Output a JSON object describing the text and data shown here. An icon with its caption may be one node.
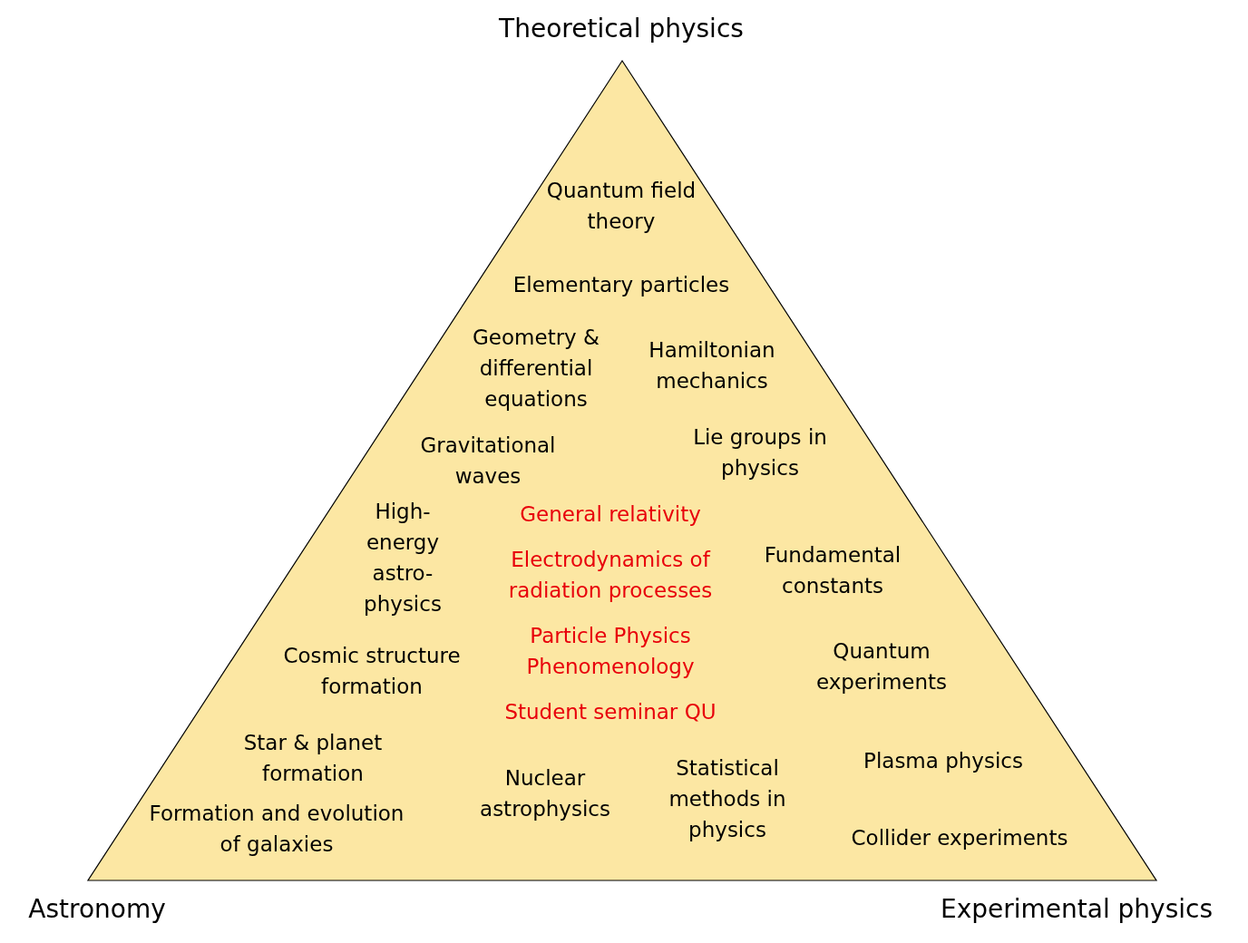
{
  "diagram": {
    "nodes": [
      {
        "text": [],
        "shape": "triangle"
      }
    ],
    "edges": [],
    "labels": [
      "Theoretical physics",
      "Quantum field theory",
      "Elementary particles",
      "Geometry & differential equations",
      "Hamiltonian mechanics",
      "Gravitational waves",
      "Lie groups in physics",
      "High-energy astro-physics",
      "General relativity",
      "Electrodynamics of radiation processes",
      "Fundamental constants",
      "Cosmic structure formation",
      "Particle Physics Phenomenology",
      "Quantum experiments",
      "Student seminar QU",
      "Star & planet formation",
      "Plasma physics",
      "Nuclear astrophysics",
      "Statistical methods in physics",
      "Formation and evolution of galaxies",
      "Collider experiments",
      "Astronomy",
      "Experimental physics"
    ]
  }
}
